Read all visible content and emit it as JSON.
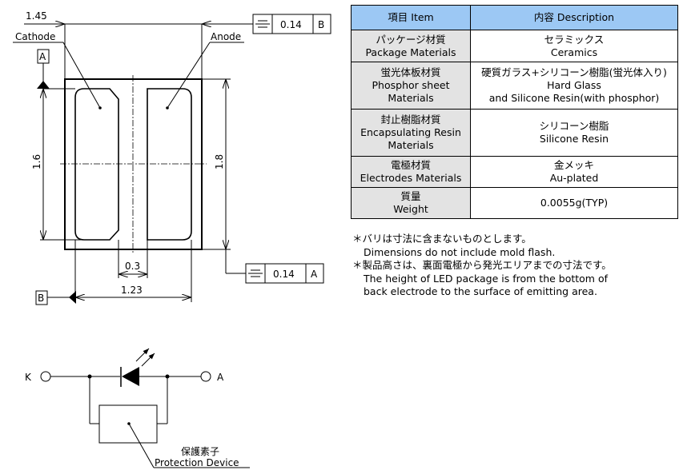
{
  "dimensions": {
    "overall_width": "1.45",
    "overall_height": "1.8",
    "pad_height": "1.6",
    "pad_gap": "0.3",
    "pad_span": "1.23"
  },
  "labels": {
    "cathode": "Cathode",
    "anode": "Anode",
    "datum_a": "A",
    "datum_b": "B"
  },
  "tolerance_frames": [
    {
      "symbol": "symmetry",
      "value": "0.14",
      "datum": "B"
    },
    {
      "symbol": "symmetry",
      "value": "0.14",
      "datum": "A"
    }
  ],
  "schematic": {
    "terminal_k": "K",
    "terminal_a": "A",
    "protection_jp": "保護素子",
    "protection_en": "Protection Device"
  },
  "table": {
    "header": {
      "item": "項目 Item",
      "description": "内容 Description"
    },
    "rows": [
      {
        "item": [
          "パッケージ材質",
          "Package Materials"
        ],
        "description": [
          "セラミックス",
          "Ceramics"
        ]
      },
      {
        "item": [
          "蛍光体板材質",
          "Phosphor sheet",
          "Materials"
        ],
        "description": [
          "硬質ガラス+シリコーン樹脂(蛍光体入り)",
          "Hard Glass",
          "and Silicone Resin(with phosphor)"
        ]
      },
      {
        "item": [
          "封止樹脂材質",
          "Encapsulating Resin",
          "Materials"
        ],
        "description": [
          "シリコーン樹脂",
          "Silicone Resin"
        ]
      },
      {
        "item": [
          "電極材質",
          "Electrodes Materials"
        ],
        "description": [
          "金メッキ",
          "Au-plated"
        ]
      },
      {
        "item": [
          "質量",
          "Weight"
        ],
        "description": [
          "0.0055g(TYP)"
        ]
      }
    ]
  },
  "notes": [
    {
      "jp": "＊バリは寸法に含まないものとします。",
      "en": "Dimensions do not include mold flash."
    },
    {
      "jp": "＊製品高さは、裏面電極から発光エリアまでの寸法です。",
      "en": [
        "The height of LED package is from the bottom of",
        "back electrode to the surface of emitting area."
      ]
    }
  ],
  "colors": {
    "header_bg": "#9cc8f4",
    "item_bg": "#e3e3e3"
  }
}
